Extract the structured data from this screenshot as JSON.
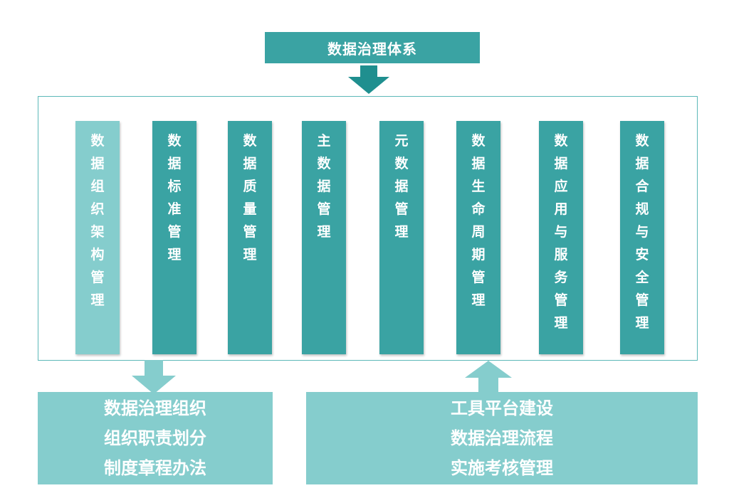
{
  "title": "数据治理体系",
  "columns": [
    {
      "label": "数据组织架构管理",
      "color": "#85cdcd"
    },
    {
      "label": "数据标准管理",
      "color": "#3aa3a3"
    },
    {
      "label": "数据质量管理",
      "color": "#3aa3a3"
    },
    {
      "label": "主数据管理",
      "color": "#3aa3a3"
    },
    {
      "label": "元数据管理",
      "color": "#3aa3a3"
    },
    {
      "label": "数据生命周期管理",
      "color": "#3aa3a3"
    },
    {
      "label": "数据应用与服务管理",
      "color": "#3aa3a3"
    },
    {
      "label": "数据合规与安全管理",
      "color": "#3aa3a3"
    }
  ],
  "bottom_left": {
    "lines": [
      "数据治理组织",
      "组织职责划分",
      "制度章程办法"
    ]
  },
  "bottom_right": {
    "lines": [
      "工具平台建设",
      "数据治理流程",
      "实施考核管理"
    ]
  },
  "colors": {
    "dark_teal": "#3aa3a3",
    "light_teal": "#85cdcd",
    "arrow_dark": "#1f8f8f",
    "frame_border": "#5cb8b8"
  }
}
